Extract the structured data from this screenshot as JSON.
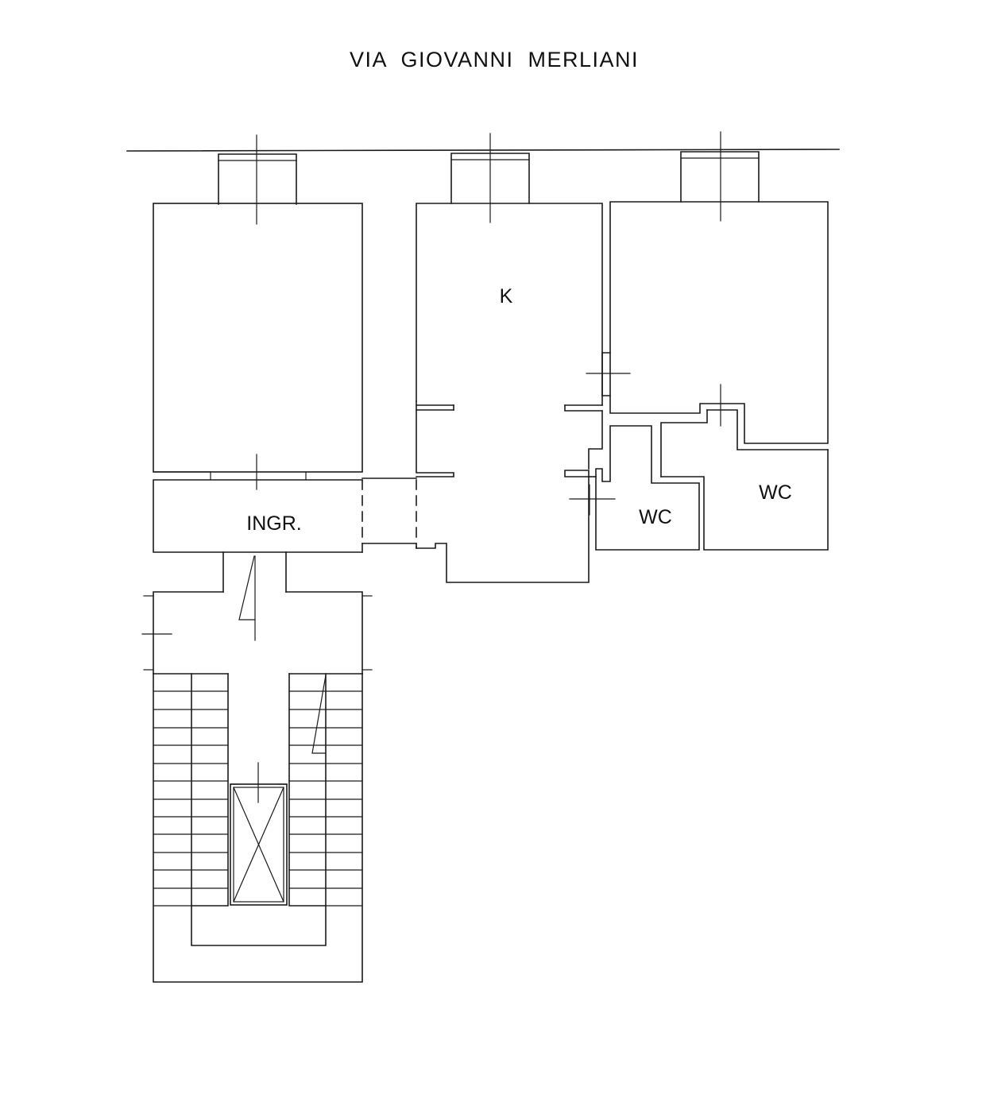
{
  "street_name": "VIA  GIOVANNI  MERLIANI",
  "rooms": {
    "kitchen": "K",
    "entrance": "INGR.",
    "wc_small": "WC",
    "wc_large": "WC"
  },
  "colors": {
    "line": "#1a1a1a",
    "background": "#ffffff"
  }
}
